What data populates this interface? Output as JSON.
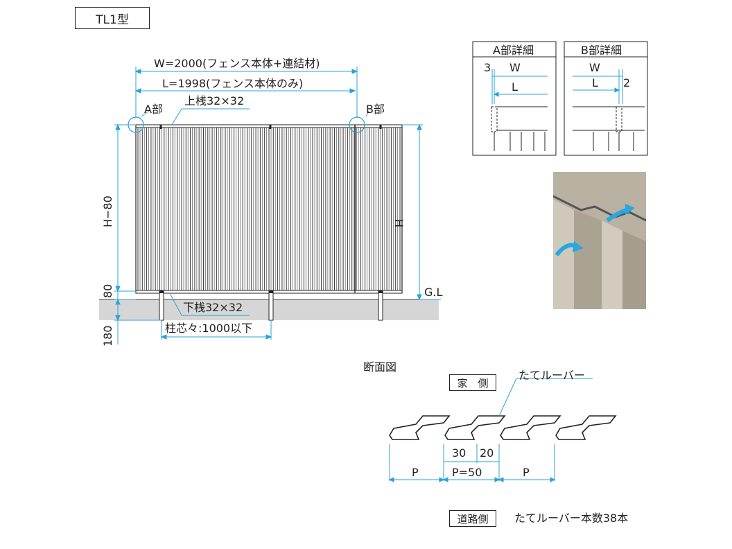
{
  "model_label": "TL1型",
  "main": {
    "width_label": "W=2000(フェンス本体+連結材)",
    "length_label": "L=1998(フェンス本体のみ)",
    "part_a": "A部",
    "part_b": "B部",
    "upper_rail": "上桟32×32",
    "lower_rail": "下桟32×32",
    "post_pitch": "柱芯々:1000以下",
    "height_minus": "H−80",
    "height": "H",
    "ground": "G.L",
    "dim_80": "80",
    "dim_180": "180"
  },
  "detail_a": {
    "title": "A部詳細",
    "dim_3": "3",
    "dim_w": "W",
    "dim_l": "L"
  },
  "detail_b": {
    "title": "B部詳細",
    "dim_w": "W",
    "dim_l": "L",
    "dim_2": "2"
  },
  "section": {
    "title": "断面図",
    "house_side": "家　側",
    "louver_label": "たてルーバー",
    "dim_30": "30",
    "dim_20": "20",
    "pitch_p": "P",
    "pitch_p50": "P=50",
    "road_side": "道路側",
    "louver_count": "たてルーバー本数38本"
  }
}
